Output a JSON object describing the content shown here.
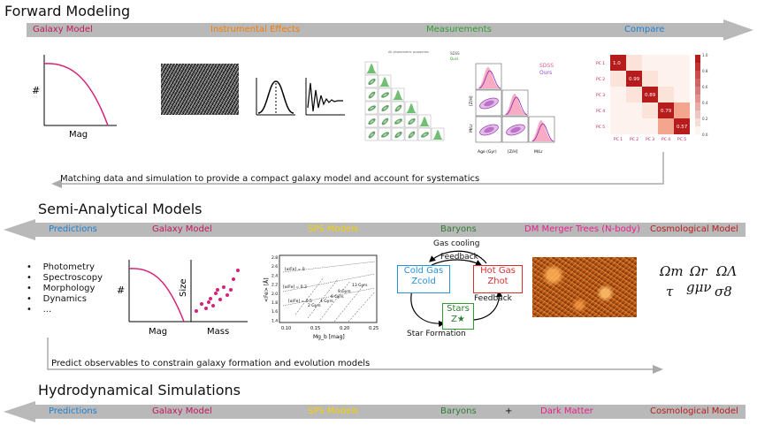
{
  "sections": {
    "forward": {
      "title": "Forward Modeling",
      "labels": [
        {
          "text": "Galaxy Model",
          "color": "#c2185b"
        },
        {
          "text": "Instrumental Effects",
          "color": "#f57c00"
        },
        {
          "text": "Measurements",
          "color": "#2e9e2e"
        },
        {
          "text": "Compare",
          "color": "#1e7fd0"
        }
      ],
      "note": "Matching data and simulation to provide a compact galaxy model and account for systematics"
    },
    "semi": {
      "title": "Semi-Analytical Models",
      "labels": [
        {
          "text": "Predictions",
          "color": "#1e7fd0"
        },
        {
          "text": "Galaxy Model",
          "color": "#c2185b"
        },
        {
          "text": "SPS Models",
          "color": "#f5d000"
        },
        {
          "text": "Baryons",
          "color": "#2e7d32"
        },
        {
          "text": "DM Merger Trees (N-body)",
          "color": "#e91e8c"
        },
        {
          "text": "Cosmological Model",
          "color": "#b71c1c"
        }
      ],
      "bullets": [
        "Photometry",
        "Spectroscopy",
        "Morphology",
        "Dynamics",
        "..."
      ],
      "note": "Predict observables to constrain galaxy formation and evolution models"
    },
    "hydro": {
      "title": "Hydrodynamical Simulations",
      "labels": [
        {
          "text": "Predictions",
          "color": "#1e7fd0"
        },
        {
          "text": "Galaxy Model",
          "color": "#c2185b"
        },
        {
          "text": "SPS Models",
          "color": "#f5d000"
        },
        {
          "text": "Baryons",
          "color": "#2e7d32"
        },
        {
          "text": "+",
          "color": "#111111"
        },
        {
          "text": "Dark Matter",
          "color": "#e91e8c"
        },
        {
          "text": "Cosmological Model",
          "color": "#b71c1c"
        }
      ]
    }
  },
  "plots": {
    "lf1": {
      "ylabel": "#",
      "xlabel": "Mag"
    },
    "lf2": {
      "ylabel": "#",
      "xlabel": "Mag"
    },
    "scatter": {
      "ylabel": "Size",
      "xlabel": "Mass"
    },
    "corner": {
      "title": "All photometric properties",
      "legend": [
        "SDSS",
        "Ours"
      ]
    },
    "corner2": {
      "legend": [
        "SDSS",
        "Ours"
      ],
      "xlabels": [
        "Age (Gyr)",
        "[Z/H]",
        "M/Lr"
      ],
      "ylabels": [
        "[Z/H]",
        "M/Lr"
      ]
    },
    "matrix": {
      "rows": [
        "PC 1",
        "PC 2",
        "PC 3",
        "PC 4",
        "PC 5"
      ],
      "cols": [
        "PC 1",
        "PC 2",
        "PC 3",
        "PC 4",
        "PC 5"
      ],
      "diag": [
        "1.0",
        "0.99",
        "0.89",
        "0.79",
        "0.57"
      ],
      "scale": [
        "1.0",
        "0.8",
        "0.6",
        "0.4",
        "0.2",
        "0.0"
      ]
    },
    "sps": {
      "xlabel": "Mg_b [mag]",
      "ylabel": "<Fe> [Å]",
      "xticks": [
        "0.10",
        "0.15",
        "0.20",
        "0.25"
      ],
      "yticks": [
        "2.8",
        "2.6",
        "2.4",
        "2.2",
        "2.0",
        "1.8",
        "1.6",
        "1.4"
      ],
      "annotations": [
        "[α/Fe] = 0",
        "[α/Fe] = 0.3",
        "[α/Fe] = 0.5",
        "13 Gyrs",
        "9 Gyrs",
        "6 Gyrs",
        "4 Gyrs",
        "2 Gyrs"
      ]
    }
  },
  "baryon_cycle": {
    "cold_gas": "Cold Gas",
    "cold_sub": "Zcold",
    "hot_gas": "Hot Gas",
    "hot_sub": "Zhot",
    "stars": "Stars",
    "stars_sub": "Z★",
    "gas_cooling": "Gas cooling",
    "feedback_top": "Feedback",
    "feedback_side": "Feedback",
    "star_formation": "Star Formation"
  },
  "cosmo_params": [
    "Ωm",
    "Ωr",
    "ΩΛ",
    "τ",
    "gμν",
    "σ8"
  ]
}
